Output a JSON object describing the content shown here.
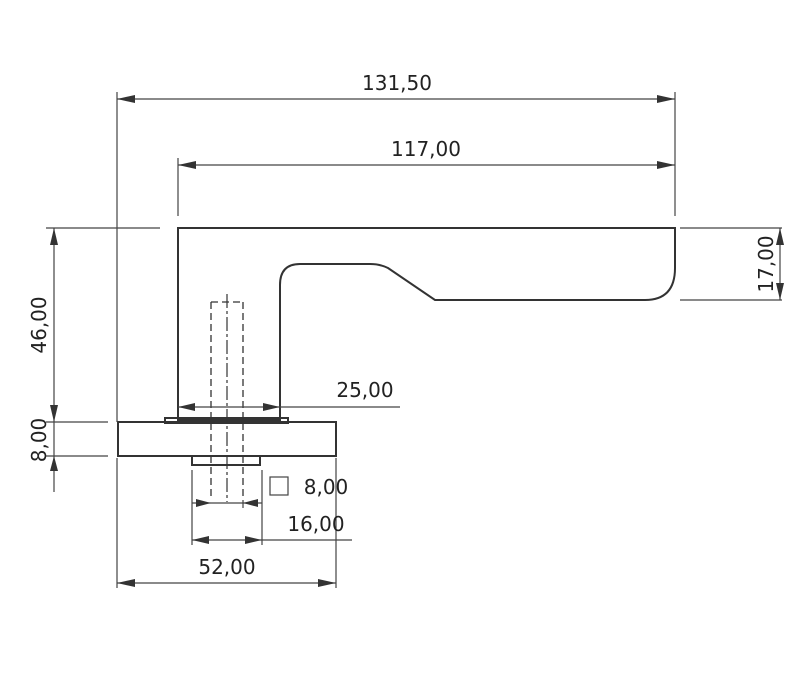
{
  "dimensions": {
    "overall_length": "131,50",
    "lever_length": "117,00",
    "lever_height": "17,00",
    "height_to_rose": "46,00",
    "rose_thickness": "8,00",
    "neck_width": "25,00",
    "spindle_square": "8,00",
    "spindle_width": "16,00",
    "rose_width": "52,00"
  }
}
